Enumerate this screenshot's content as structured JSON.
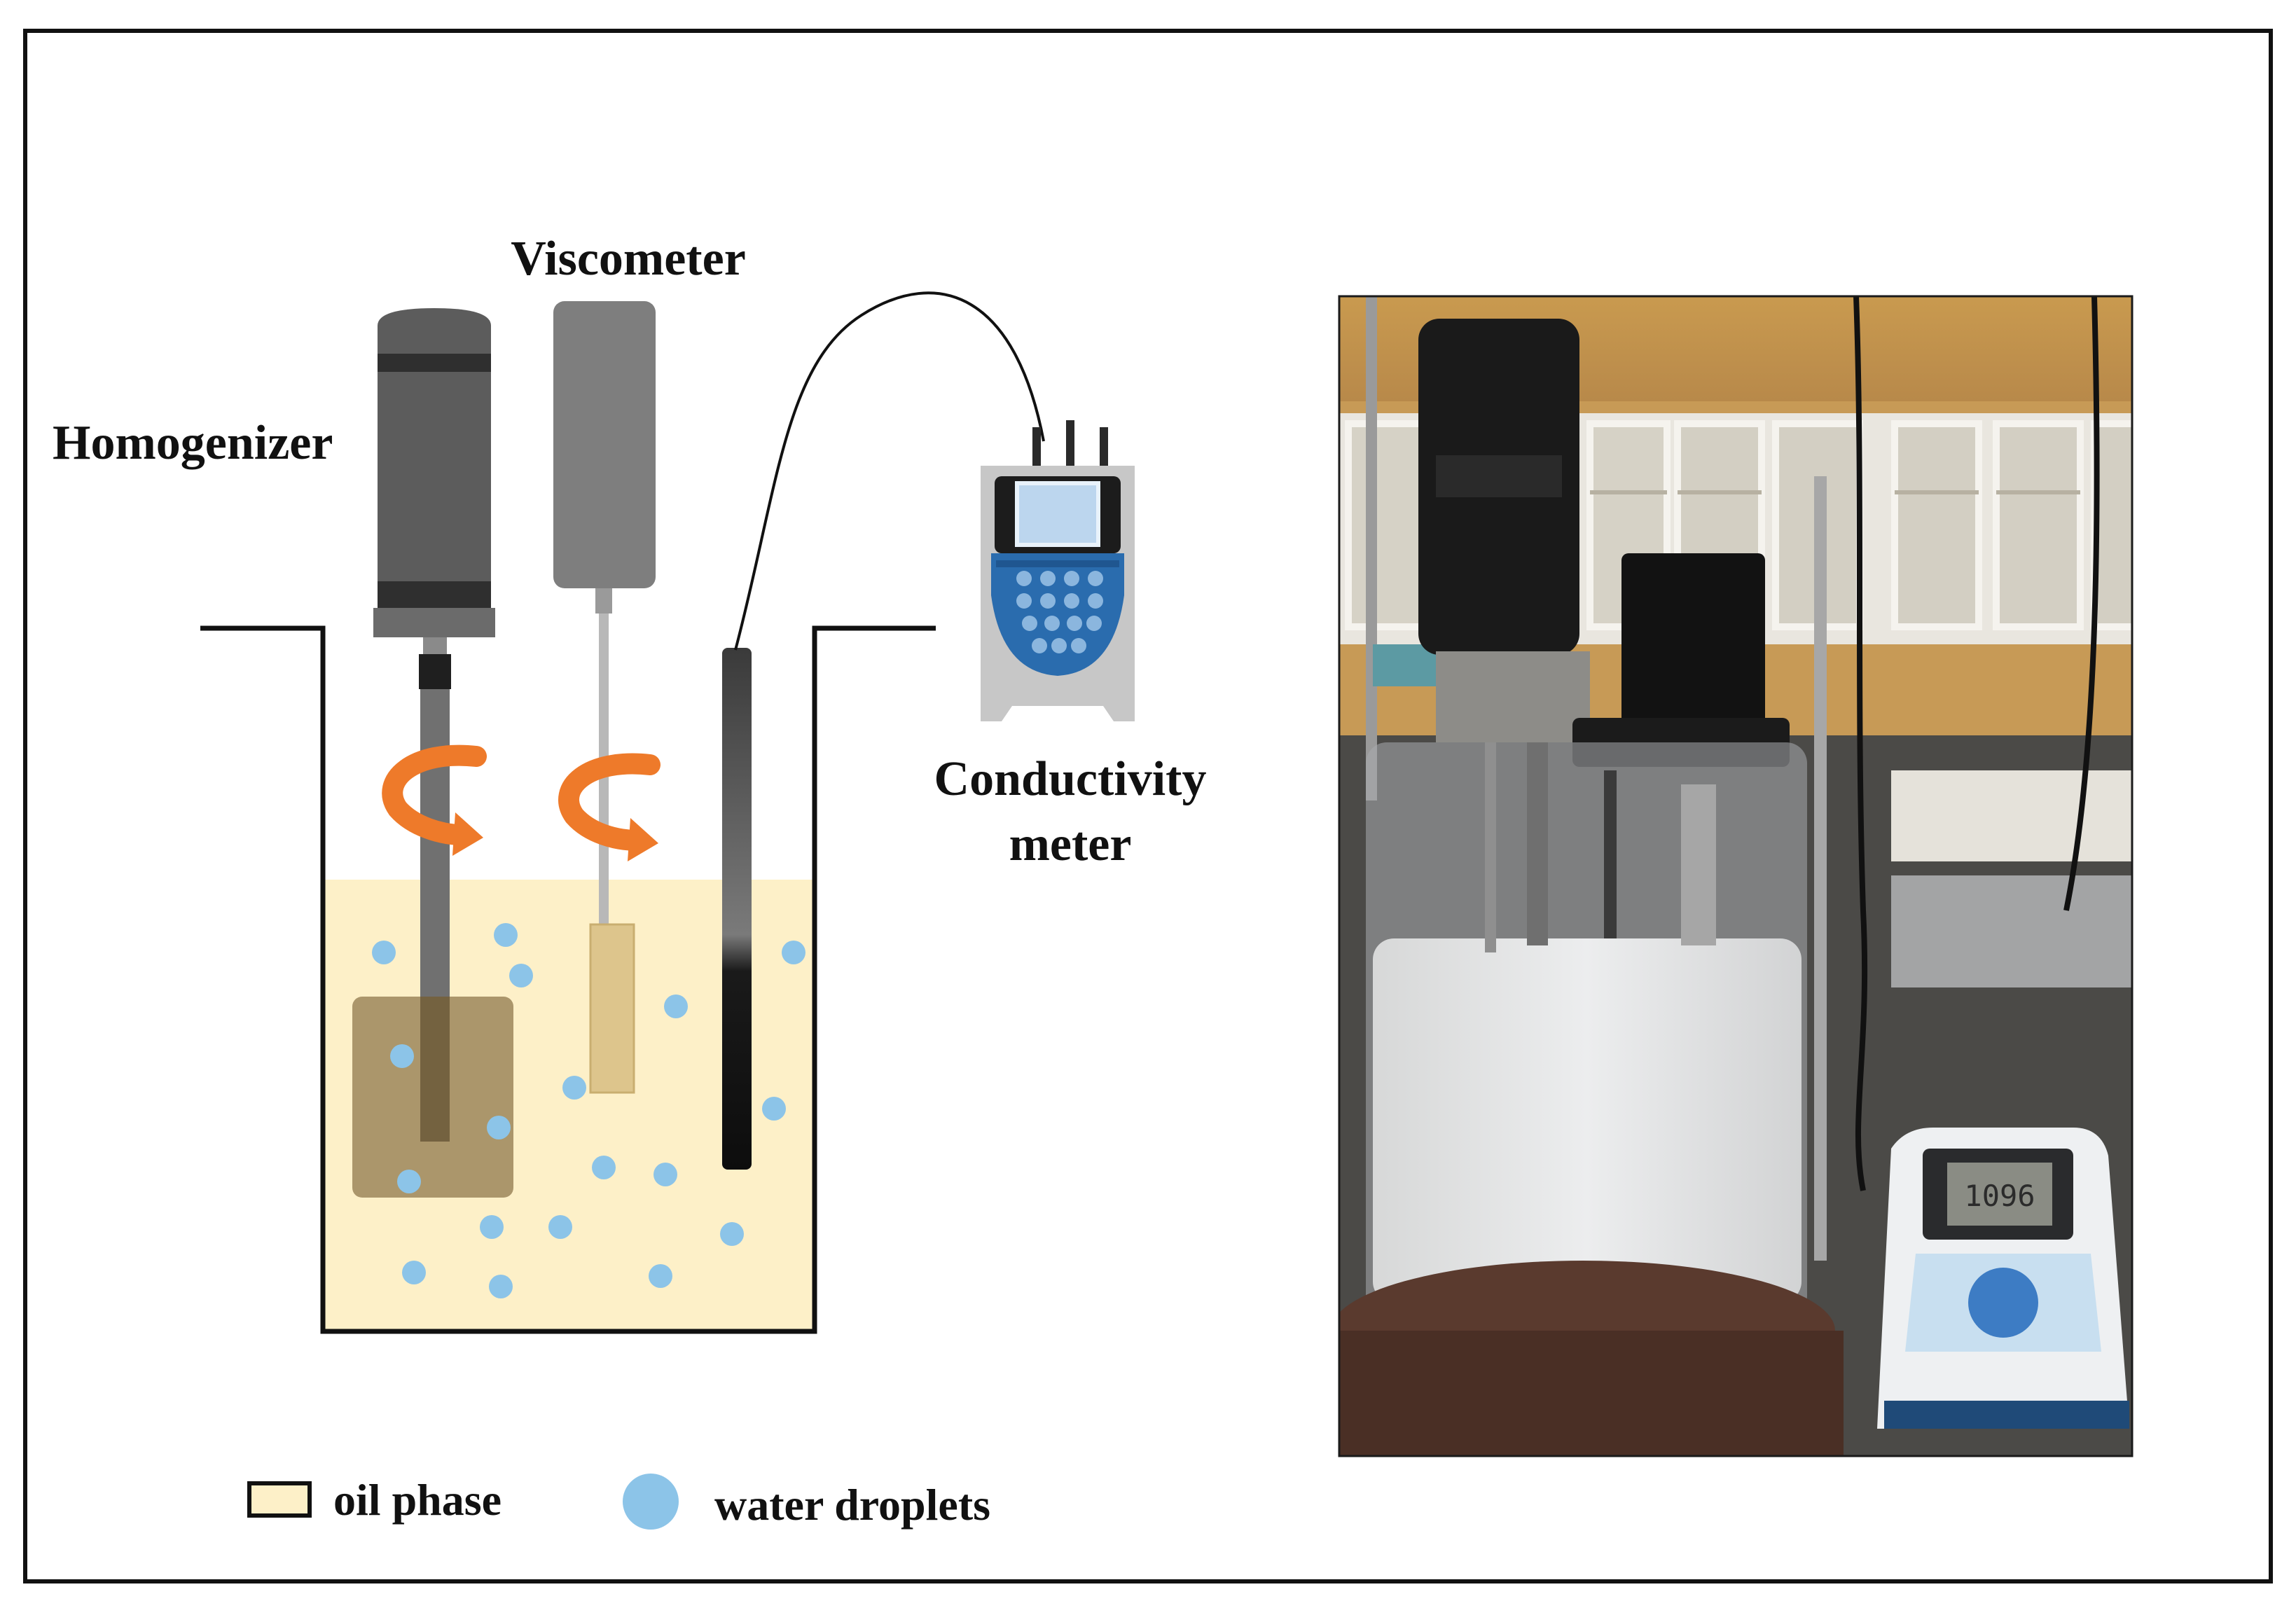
{
  "labels": {
    "homogenizer": "Homogenizer",
    "viscometer": "Viscometer",
    "conductivity_line1": "Conductivity",
    "conductivity_line2": "meter"
  },
  "legend": {
    "oil_phase": "oil phase",
    "water_droplets": "water droplets"
  },
  "meter_display": "1096",
  "colors": {
    "oil_phase": "#fdf0c8",
    "water_droplet": "#8cc4e8",
    "rotation_arrow": "#ee7a2a",
    "homogenizer_body": "#5c5c5c",
    "viscometer_body": "#7e7e7e",
    "meter_accent": "#2a6cae",
    "outline": "#111111"
  },
  "icons": [
    "homogenizer-icon",
    "viscometer-icon",
    "conductivity-probe-icon",
    "conductivity-meter-icon",
    "rotation-arrow-icon",
    "lab-photo"
  ]
}
